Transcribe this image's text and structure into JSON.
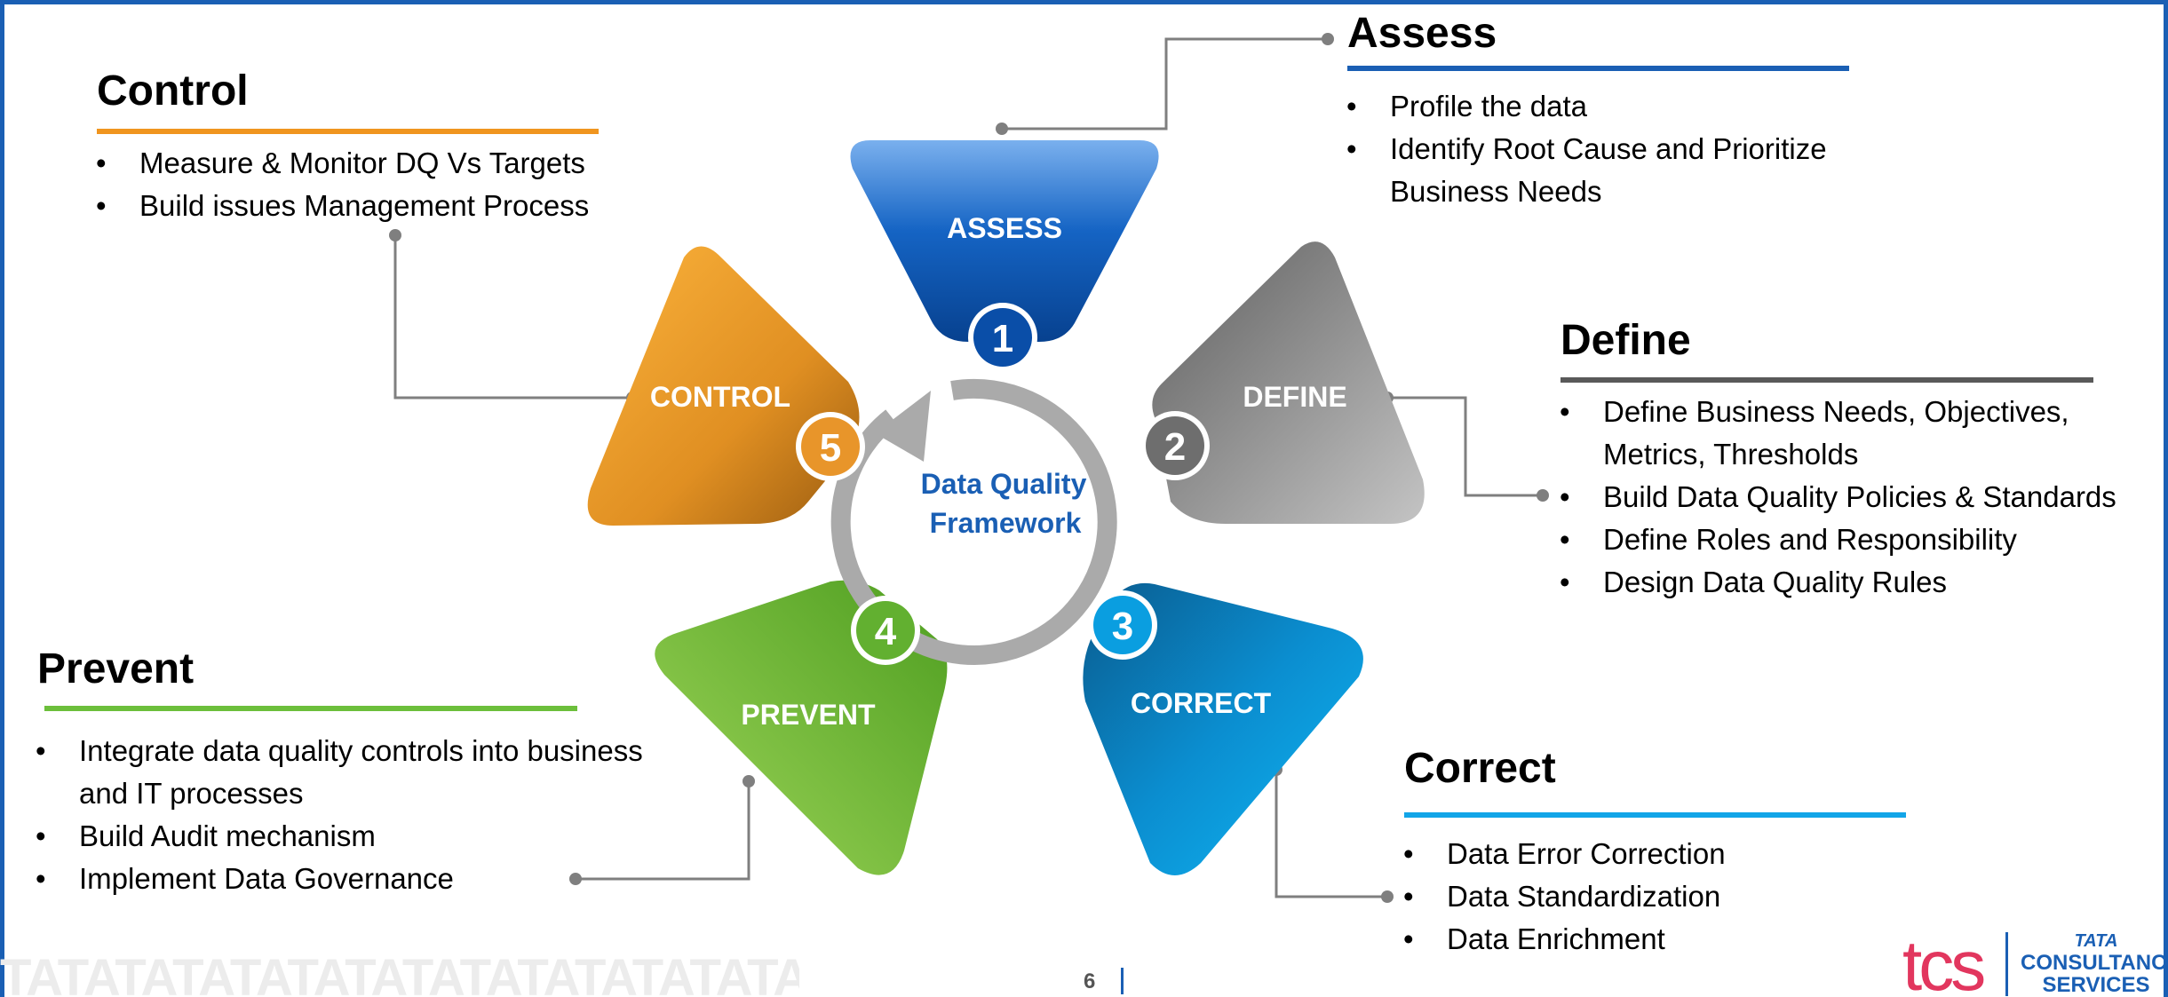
{
  "center": {
    "line1": "Data Quality",
    "line2": "Framework"
  },
  "petals": [
    {
      "key": "assess",
      "label": "ASSESS",
      "number": "1"
    },
    {
      "key": "define",
      "label": "DEFINE",
      "number": "2"
    },
    {
      "key": "correct",
      "label": "CORRECT",
      "number": "3"
    },
    {
      "key": "prevent",
      "label": "PREVENT",
      "number": "4"
    },
    {
      "key": "control",
      "label": "CONTROL",
      "number": "5"
    }
  ],
  "sections": {
    "assess": {
      "title": "Assess",
      "bullets": [
        "Profile the data",
        "Identify Root Cause and Prioritize Business Needs"
      ]
    },
    "define": {
      "title": "Define",
      "bullets": [
        "Define Business Needs, Objectives, Metrics, Thresholds",
        "Build Data Quality Policies & Standards",
        "Define Roles and Responsibility",
        "Design Data Quality Rules"
      ]
    },
    "correct": {
      "title": "Correct",
      "bullets": [
        "Data Error Correction",
        "Data Standardization",
        "Data Enrichment"
      ]
    },
    "prevent": {
      "title": "Prevent",
      "bullets": [
        "Integrate data quality controls into business and IT processes",
        "Build Audit mechanism",
        "Implement Data Governance"
      ]
    },
    "control": {
      "title": "Control",
      "bullets": [
        "Measure & Monitor DQ Vs Targets",
        "Build issues Management Process"
      ]
    }
  },
  "colors": {
    "assess": "#0a4ea8",
    "define": "#7a7a7a",
    "correct": "#0aa0e0",
    "prevent": "#6cb83a",
    "control": "#e8952a",
    "frame": "#1a5fb4",
    "arrow": "#a8a8a8"
  },
  "footer": {
    "page_number": "6",
    "watermark": "TATATATATATATATATATATATATATATATATA",
    "logo_mark": "tcs",
    "brand_line1": "TATA",
    "brand_line2": "CONSULTANCY",
    "brand_line3": "SERVICES"
  }
}
